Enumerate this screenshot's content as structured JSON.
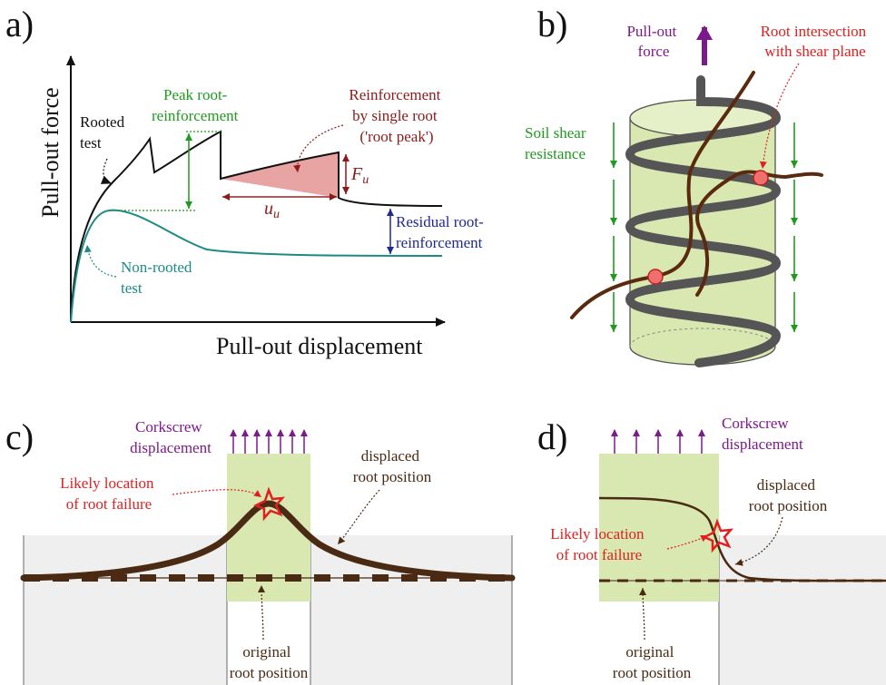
{
  "colors": {
    "rooted": "#111111",
    "non_rooted": "#1e8a86",
    "peak": "#1f9a1f",
    "single_root": "#8b1a1a",
    "residual": "#1e2a8e",
    "pullout": "#7b1a8a",
    "root": "#4a2a12",
    "failure": "#e02020",
    "soil_cylinder": "#d8e8b0",
    "soil_gray": "#efefef"
  },
  "panel_a": {
    "letter": "a)",
    "ylabel": "Pull-out force",
    "xlabel": "Pull-out displacement",
    "rooted_label": [
      "Rooted",
      "test"
    ],
    "peak_label": [
      "Peak root-",
      "reinforcement"
    ],
    "single_root_label": [
      "Reinforcement",
      "by single root",
      "('root peak')"
    ],
    "fu_label": "F",
    "fu_sub": "u",
    "uu_label": "u",
    "uu_sub": "u",
    "residual_label": [
      "Residual root-",
      "reinforcement"
    ],
    "nonrooted_label": [
      "Non-rooted",
      "test"
    ]
  },
  "panel_b": {
    "letter": "b)",
    "pullout_label": [
      "Pull-out",
      "force"
    ],
    "intersection_label": [
      "Root intersection",
      "with shear plane"
    ],
    "shear_label": [
      "Soil shear",
      "resistance"
    ]
  },
  "panel_c": {
    "letter": "c)",
    "displacement_label": [
      "Corkscrew",
      "displacement"
    ],
    "failure_label": [
      "Likely location",
      "of root failure"
    ],
    "displaced_label": [
      "displaced",
      "root position"
    ],
    "original_label": [
      "original",
      "root position"
    ]
  },
  "panel_d": {
    "letter": "d)",
    "displacement_label": [
      "Corkscrew",
      "displacement"
    ],
    "failure_label": [
      "Likely location",
      "of root failure"
    ],
    "displaced_label": [
      "displaced",
      "root position"
    ],
    "original_label": [
      "original",
      "root position"
    ]
  }
}
